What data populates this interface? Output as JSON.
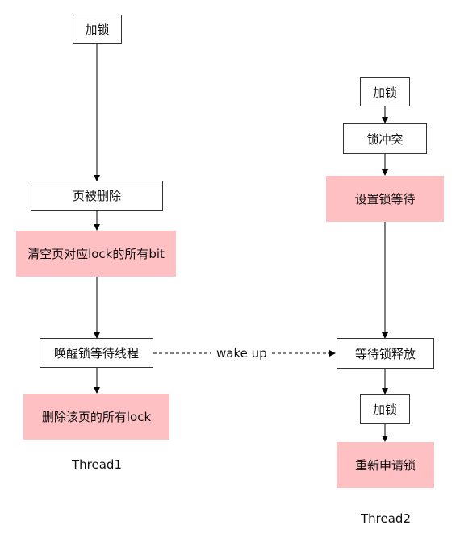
{
  "colors": {
    "highlight_fill": "#ffc0c4",
    "border": "#333333",
    "line": "#000000",
    "text": "#111111"
  },
  "thread1": {
    "lock": "加锁",
    "page_deleted": "页被删除",
    "clear_bits": "清空页对应lock的所有bit",
    "wake_waiters": "唤醒锁等待线程",
    "delete_locks": "删除该页的所有lock",
    "caption": "Thread1"
  },
  "thread2": {
    "lock": "加锁",
    "conflict": "锁冲突",
    "set_wait": "设置锁等待",
    "wait_release": "等待锁释放",
    "relock": "加锁",
    "request_again": "重新申请锁",
    "caption": "Thread2"
  },
  "edges": {
    "wake_up": "wake up"
  }
}
